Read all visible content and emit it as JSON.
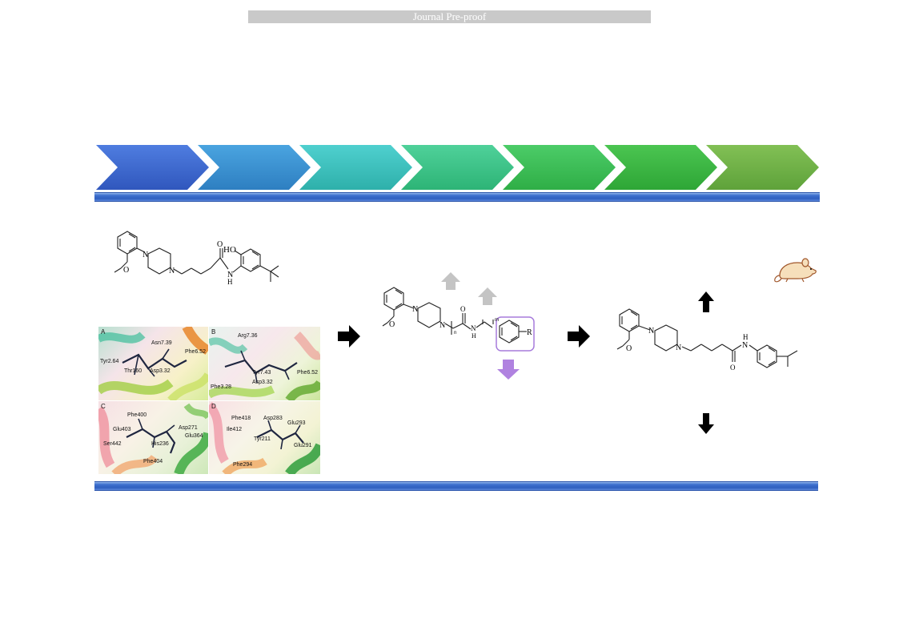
{
  "header": {
    "banner": "Journal Pre-proof"
  },
  "colors": {
    "chevrons": [
      "#3d67cc",
      "#3a93cf",
      "#3fc2c0",
      "#3cc488",
      "#3cbe57",
      "#3ab541",
      "#6fb044"
    ],
    "bar": "#3b6dcc",
    "arrow": "#000000",
    "gray_arrow": "#c4c4c4",
    "purple": "#b07fe0"
  },
  "lead_compound": {
    "atoms": {
      "oh": "HO",
      "nh": "H",
      "n1": "N",
      "n2": "N",
      "n3": "N",
      "o1": "O",
      "o2": "O"
    }
  },
  "docking": {
    "panels": [
      {
        "label": "A",
        "residues": [
          "Asn7.39",
          "Phe6.52",
          "Tyr2.64",
          "Thr160",
          "Asp3.32"
        ]
      },
      {
        "label": "B",
        "residues": [
          "Arg7.36",
          "Phe6.52",
          "Tyr7.43",
          "Asp3.32",
          "Phe3.28"
        ]
      },
      {
        "label": "C",
        "residues": [
          "Phe400",
          "Glu403",
          "Asp271",
          "Glu364",
          "Ser442",
          "His236",
          "Phe404"
        ]
      },
      {
        "label": "D",
        "residues": [
          "Phe418",
          "Asp283",
          "Glu293",
          "Ile412",
          "Tyr211",
          "Glu291",
          "Phe294"
        ]
      }
    ]
  },
  "general_structure": {
    "atoms": {
      "n1": "N",
      "n2": "N",
      "o1": "O",
      "o2": "O",
      "nh": "N",
      "h": "H",
      "r": "R",
      "sub_n": "n",
      "sub_m": "m"
    }
  },
  "final_compound": {
    "atoms": {
      "n1": "N",
      "n2": "N",
      "o1": "O",
      "o2": "O",
      "nh": "N",
      "h": "H"
    }
  }
}
